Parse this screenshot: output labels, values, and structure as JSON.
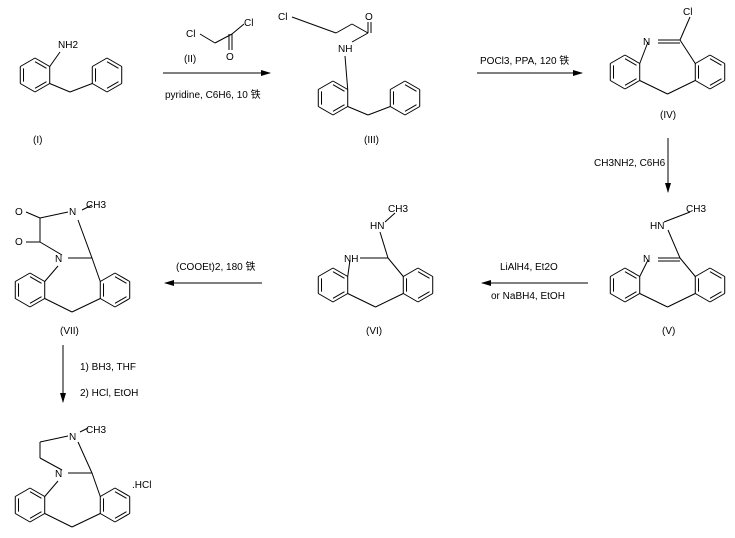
{
  "compounds": {
    "I": {
      "label": "(I)",
      "atoms": [
        "NH2"
      ]
    },
    "II": {
      "label": "(II)",
      "atoms": [
        "Cl",
        "Cl",
        "O"
      ]
    },
    "III": {
      "label": "(III)",
      "atoms": [
        "Cl",
        "O",
        "NH"
      ]
    },
    "IV": {
      "label": "(IV)",
      "atoms": [
        "Cl",
        "N"
      ]
    },
    "V": {
      "label": "(V)",
      "atoms": [
        "CH3",
        "HN",
        "N"
      ]
    },
    "VI": {
      "label": "(VI)",
      "atoms": [
        "CH3",
        "HN",
        "NH"
      ]
    },
    "VII": {
      "label": "(VII)",
      "atoms": [
        "O",
        "O",
        "N",
        "CH3",
        "N"
      ]
    },
    "final": {
      "atoms": [
        "CH3",
        "N",
        "N"
      ],
      "salt": ".HCl"
    }
  },
  "steps": [
    {
      "above": "",
      "below": "pyridine, C6H6, 10 铁"
    },
    {
      "above": "POCl3, PPA, 120 铁",
      "below": ""
    },
    {
      "side": "CH3NH2, C6H6"
    },
    {
      "above": "LiAlH4, Et2O",
      "below": "or NaBH4, EtOH"
    },
    {
      "above": "(COOEt)2, 180 铁",
      "below": ""
    },
    {
      "side1": "1) BH3, THF",
      "side2": "2) HCl, EtOH"
    }
  ]
}
